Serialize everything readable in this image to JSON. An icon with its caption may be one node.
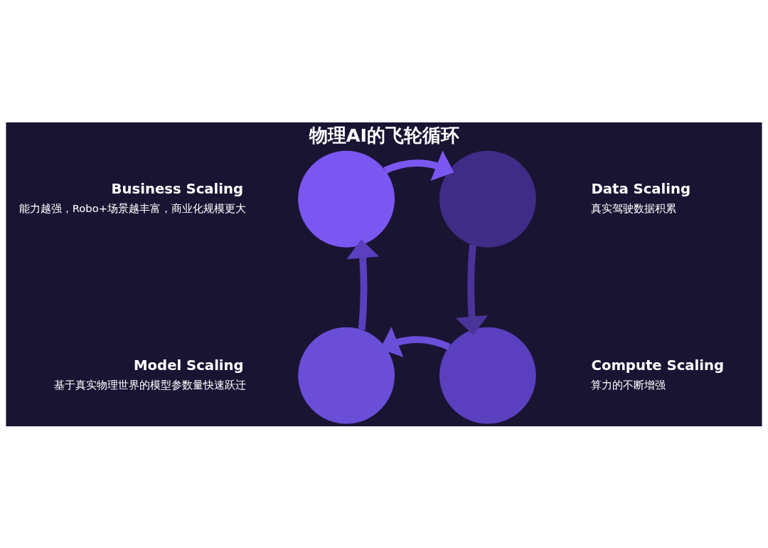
{
  "diagram": {
    "title": "物理AI的飞轮循环",
    "nodes": [
      {
        "text": [],
        "shape": "circle",
        "beside": [
          "Business Scaling",
          "能力越强，Robo+场景越丰富，商业化规模更大"
        ]
      },
      {
        "text": [],
        "shape": "circle",
        "beside": [
          "Data Scaling",
          "真实驾驶数据积累"
        ]
      },
      {
        "text": [],
        "shape": "circle",
        "beside": [
          "Model Scaling",
          "基于真实物理世界的模型参数量快速跃迁"
        ]
      },
      {
        "text": [],
        "shape": "circle",
        "beside": [
          "Compute Scaling",
          "算力的不断增强"
        ]
      }
    ],
    "edges": [
      {
        "from": 0,
        "to": 1,
        "arrow": "to"
      },
      {
        "from": 1,
        "to": 3,
        "arrow": "to"
      },
      {
        "from": 3,
        "to": 2,
        "arrow": "to"
      },
      {
        "from": 2,
        "to": 0,
        "arrow": "to"
      }
    ]
  }
}
